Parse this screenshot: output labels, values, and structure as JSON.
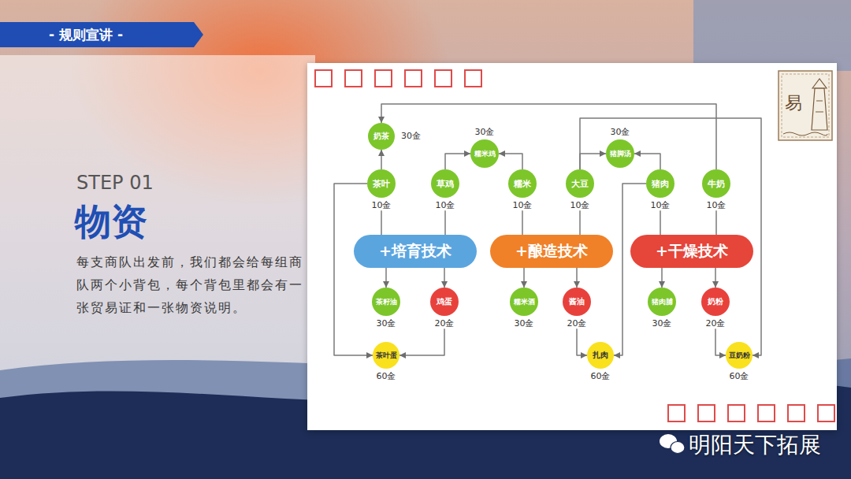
{
  "diagram": {
    "title": "- 规则宣讲 -",
    "nodes": [
      {
        "text": [
          "奶茶",
          "30金"
        ]
      },
      {
        "text": [
          "糯米鸡",
          "30金"
        ]
      },
      {
        "text": [
          "猪脚汤",
          "30金"
        ]
      },
      {
        "text": [
          "茶叶",
          "10金"
        ]
      },
      {
        "text": [
          "草鸡",
          "10金"
        ]
      },
      {
        "text": [
          "糯米",
          "10金"
        ]
      },
      {
        "text": [
          "大豆",
          "10金"
        ]
      },
      {
        "text": [
          "猪肉",
          "10金"
        ]
      },
      {
        "text": [
          "牛奶",
          "10金"
        ]
      },
      {
        "text": [
          "+培育技术"
        ]
      },
      {
        "text": [
          "+酿造技术"
        ]
      },
      {
        "text": [
          "+干燥技术"
        ]
      },
      {
        "text": [
          "茶籽油",
          "30金"
        ]
      },
      {
        "text": [
          "鸡蛋",
          "20金"
        ]
      },
      {
        "text": [
          "糯米酒",
          "30金"
        ]
      },
      {
        "text": [
          "酱油",
          "20金"
        ]
      },
      {
        "text": [
          "猪肉脯",
          "30金"
        ]
      },
      {
        "text": [
          "奶粉",
          "20金"
        ]
      },
      {
        "text": [
          "茶叶蛋",
          "60金"
        ]
      },
      {
        "text": [
          "扎肉",
          "60金"
        ]
      },
      {
        "text": [
          "豆奶粉",
          "60金"
        ]
      }
    ],
    "edges": [
      {
        "from": 3,
        "to": 0,
        "arrow": "to"
      },
      {
        "from": 8,
        "to": 0,
        "arrow": "to"
      },
      {
        "from": 4,
        "to": 1,
        "arrow": "to"
      },
      {
        "from": 5,
        "to": 1,
        "arrow": "to"
      },
      {
        "from": 6,
        "to": 2,
        "arrow": "to"
      },
      {
        "from": 7,
        "to": 2,
        "arrow": "to"
      },
      {
        "from": 3,
        "to": 9,
        "arrow": "none"
      },
      {
        "from": 4,
        "to": 9,
        "arrow": "none"
      },
      {
        "from": 5,
        "to": 10,
        "arrow": "none"
      },
      {
        "from": 6,
        "to": 10,
        "arrow": "none"
      },
      {
        "from": 7,
        "to": 11,
        "arrow": "none"
      },
      {
        "from": 8,
        "to": 11,
        "arrow": "none"
      },
      {
        "from": 9,
        "to": 12,
        "arrow": "to"
      },
      {
        "from": 9,
        "to": 13,
        "arrow": "to"
      },
      {
        "from": 10,
        "to": 14,
        "arrow": "to"
      },
      {
        "from": 10,
        "to": 15,
        "arrow": "to"
      },
      {
        "from": 11,
        "to": 16,
        "arrow": "to"
      },
      {
        "from": 11,
        "to": 17,
        "arrow": "to"
      },
      {
        "from": 3,
        "to": 18,
        "arrow": "to"
      },
      {
        "from": 13,
        "to": 18,
        "arrow": "to"
      },
      {
        "from": 15,
        "to": 19,
        "arrow": "to"
      },
      {
        "from": 7,
        "to": 19,
        "arrow": "to"
      },
      {
        "from": 17,
        "to": 20,
        "arrow": "to"
      },
      {
        "from": 6,
        "to": 20,
        "arrow": "to"
      }
    ],
    "labels": [
      "STEP 01",
      "物资",
      "每支商队出发前，我们都会给每组商队两个小背包，每个背包里都会有一张贸易证和一张物资说明。",
      "易",
      "明阳天下拓展"
    ]
  }
}
